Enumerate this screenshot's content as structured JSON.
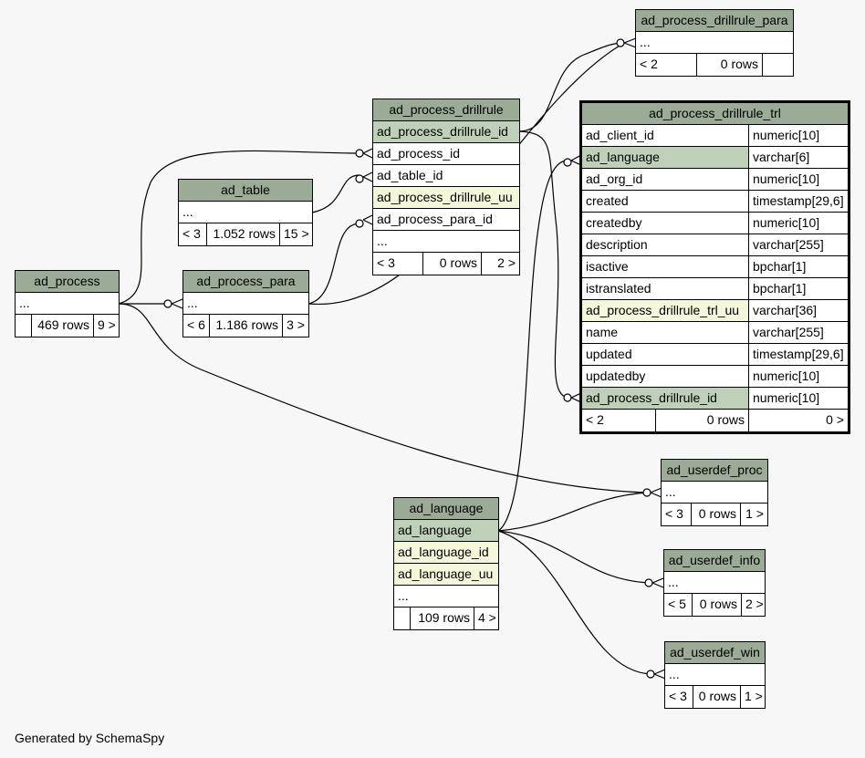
{
  "diagram": {
    "footer": "Generated by SchemaSpy",
    "tables": {
      "ad_process_drillrule_para": {
        "name": "ad_process_drillrule_para",
        "ellipsis": "...",
        "stats": [
          "< 2",
          "0 rows",
          ""
        ]
      },
      "ad_process_drillrule": {
        "name": "ad_process_drillrule",
        "columns": [
          "ad_process_drillrule_id",
          "ad_process_id",
          "ad_table_id",
          "ad_process_drillrule_uu",
          "ad_process_para_id",
          "..."
        ],
        "stats": [
          "< 3",
          "0 rows",
          "2 >"
        ]
      },
      "ad_table": {
        "name": "ad_table",
        "ellipsis": "...",
        "stats": [
          "< 3",
          "1.052 rows",
          "15 >"
        ]
      },
      "ad_process": {
        "name": "ad_process",
        "ellipsis": "...",
        "stats": [
          "",
          "469 rows",
          "9 >"
        ]
      },
      "ad_process_para": {
        "name": "ad_process_para",
        "ellipsis": "...",
        "stats": [
          "< 6",
          "1.186 rows",
          "3 >"
        ]
      },
      "ad_process_drillrule_trl": {
        "name": "ad_process_drillrule_trl",
        "columns": [
          {
            "name": "ad_client_id",
            "type": "numeric[10]"
          },
          {
            "name": "ad_language",
            "type": "varchar[6]"
          },
          {
            "name": "ad_org_id",
            "type": "numeric[10]"
          },
          {
            "name": "created",
            "type": "timestamp[29,6]"
          },
          {
            "name": "createdby",
            "type": "numeric[10]"
          },
          {
            "name": "description",
            "type": "varchar[255]"
          },
          {
            "name": "isactive",
            "type": "bpchar[1]"
          },
          {
            "name": "istranslated",
            "type": "bpchar[1]"
          },
          {
            "name": "ad_process_drillrule_trl_uu",
            "type": "varchar[36]"
          },
          {
            "name": "name",
            "type": "varchar[255]"
          },
          {
            "name": "updated",
            "type": "timestamp[29,6]"
          },
          {
            "name": "updatedby",
            "type": "numeric[10]"
          },
          {
            "name": "ad_process_drillrule_id",
            "type": "numeric[10]"
          }
        ],
        "stats": [
          "< 2",
          "0 rows",
          "0 >"
        ]
      },
      "ad_userdef_proc": {
        "name": "ad_userdef_proc",
        "ellipsis": "...",
        "stats": [
          "< 3",
          "0 rows",
          "1 >"
        ]
      },
      "ad_language": {
        "name": "ad_language",
        "columns": [
          "ad_language",
          "ad_language_id",
          "ad_language_uu",
          "..."
        ],
        "stats": [
          "",
          "109 rows",
          "4 >"
        ]
      },
      "ad_userdef_info": {
        "name": "ad_userdef_info",
        "ellipsis": "...",
        "stats": [
          "< 5",
          "0 rows",
          "2 >"
        ]
      },
      "ad_userdef_win": {
        "name": "ad_userdef_win",
        "ellipsis": "...",
        "stats": [
          "< 3",
          "0 rows",
          "1 >"
        ]
      }
    }
  },
  "colors": {
    "background": "#f7f7f7",
    "header": "#9bab96",
    "primary_key": "#bed1b8",
    "unique_key": "#f4f7da"
  }
}
